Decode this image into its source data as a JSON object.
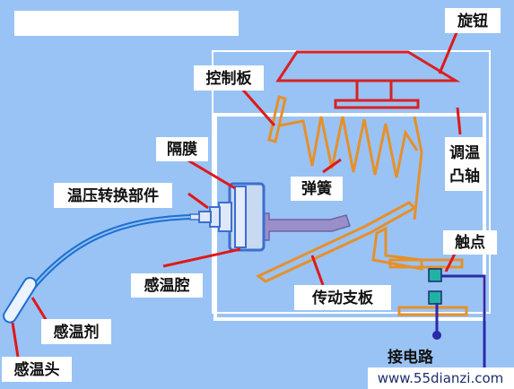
{
  "labels": {
    "knob": "旋钮",
    "control_plate": "控制板",
    "adjust_cam": "调温凸轴",
    "diaphragm": "隔膜",
    "temp_pressure_converter": "温压转换部件",
    "spring": "弹簧",
    "contact": "触点",
    "sensing_chamber": "感温腔",
    "transmission_plate": "传动支板",
    "sensing_agent": "感温剂",
    "sensing_head": "感温头",
    "circuit": "接电路"
  },
  "watermark": "www.55dianzi.com",
  "colors": {
    "background": "#99c3f5",
    "frame": "#ffffff",
    "mechanism": "#e6902a",
    "callout": "#e01818",
    "diaphragm": "#3b6fd0",
    "stem": "#9a8fc8",
    "wire": "#2b2aa8",
    "contact": "#20b3a4",
    "tube": "#1f6fd0"
  }
}
